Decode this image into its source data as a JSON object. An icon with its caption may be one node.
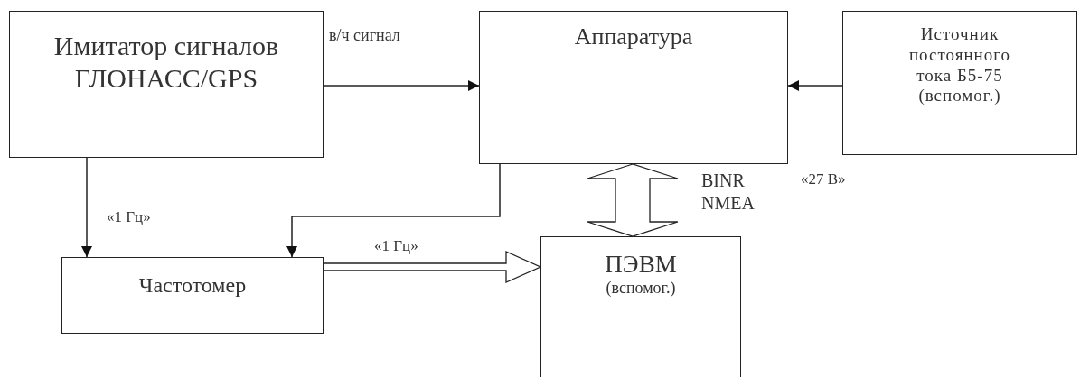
{
  "diagram": {
    "nodes": [
      {
        "text": [
          "Имитатор сигналов ГЛОНАСС/GPS"
        ]
      },
      {
        "text": [
          "Аппаратура"
        ]
      },
      {
        "text": [
          "Источник постоянного тока Б5-75 (вспомог.)"
        ]
      },
      {
        "text": [
          "Частотомер"
        ]
      },
      {
        "text": [
          "ПЭВМ",
          "(вспомог.)"
        ]
      }
    ],
    "edges": [
      {
        "from": 0,
        "to": 1,
        "arrow": "to",
        "label": "в/ч сигнал"
      },
      {
        "from": 2,
        "to": 1,
        "arrow": "to"
      },
      {
        "from": 0,
        "to": 3,
        "arrow": "to",
        "label": "«1 Гц»"
      },
      {
        "from": 1,
        "to": 3,
        "arrow": "to",
        "label": "«1 Гц»"
      },
      {
        "from": 1,
        "to": 4,
        "arrow": "both",
        "style": "thick",
        "label": "BINR NMEA"
      },
      {
        "from": 3,
        "to": 4,
        "arrow": "to",
        "style": "thick"
      }
    ],
    "labels": [
      "«27 В»"
    ]
  }
}
